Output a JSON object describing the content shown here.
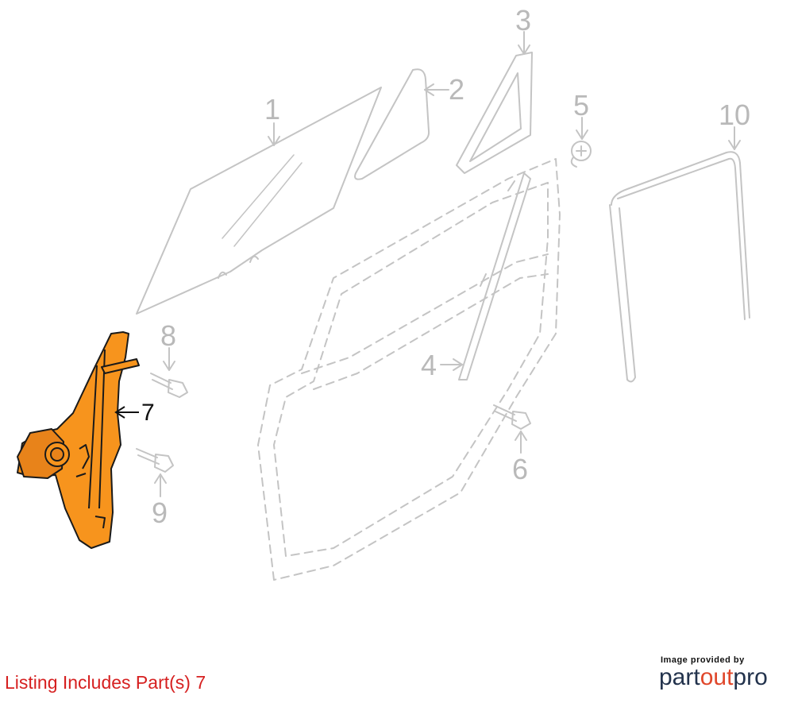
{
  "callouts": {
    "c1": "1",
    "c2": "2",
    "c3": "3",
    "c4": "4",
    "c5": "5",
    "c6": "6",
    "c7": "7",
    "c8": "8",
    "c9": "9",
    "c10": "10"
  },
  "listing_text": "Listing Includes Part(s) 7",
  "credit": {
    "provided_by": "Image provided by",
    "brand_part": "part",
    "brand_out": "out",
    "brand_pro": "pro"
  },
  "colors": {
    "highlight": "#f7941d",
    "line": "#c8c8c8",
    "listing": "#d62020"
  }
}
